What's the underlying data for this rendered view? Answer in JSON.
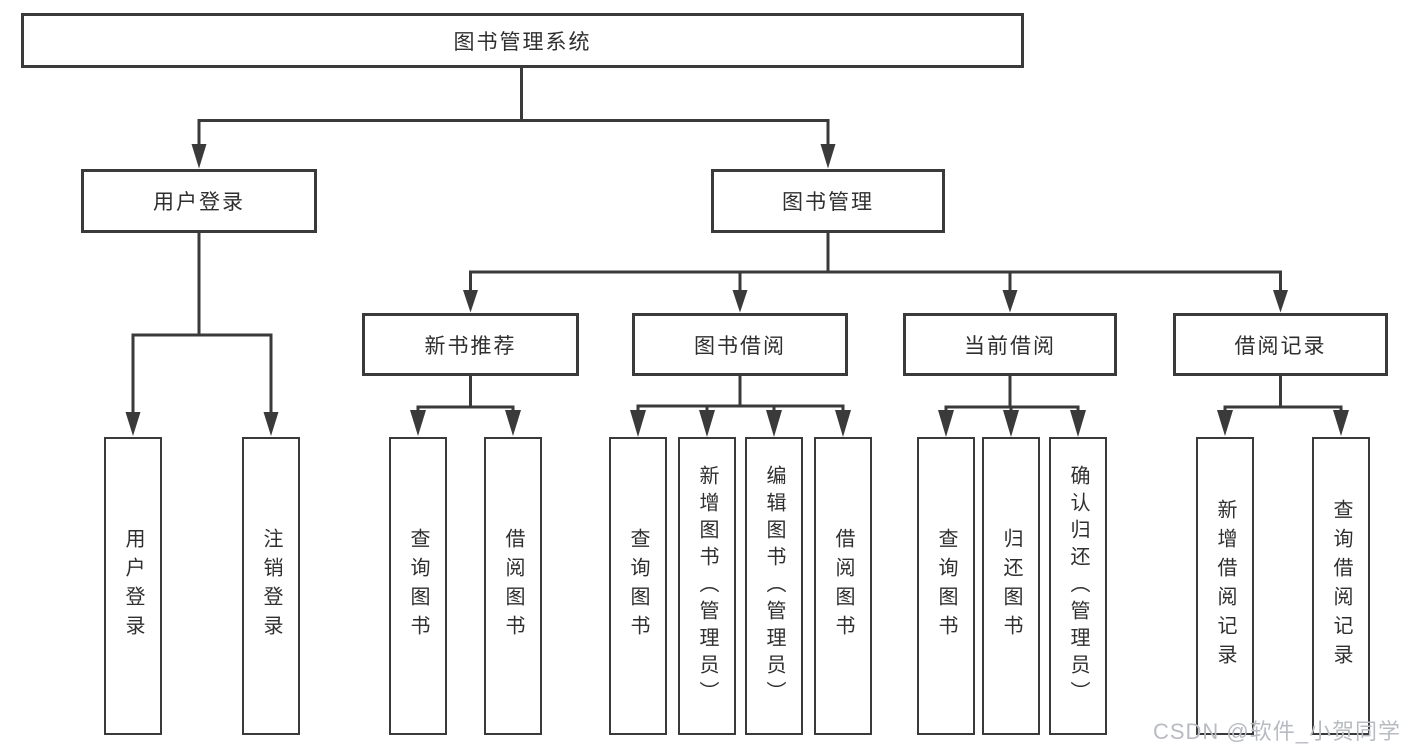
{
  "diagram": {
    "root_label": "图书管理系统",
    "branches": {
      "user_login": {
        "label": "用户登录",
        "children": [
          "用户登录",
          "注销登录"
        ]
      },
      "book_management": {
        "label": "图书管理",
        "categories": [
          {
            "label": "新书推荐",
            "children": [
              "查询图书",
              "借阅图书"
            ]
          },
          {
            "label": "图书借阅",
            "children": [
              "查询图书",
              "新增图书（管理员）",
              "编辑图书（管理员）",
              "借阅图书"
            ]
          },
          {
            "label": "当前借阅",
            "children": [
              "查询图书",
              "归还图书",
              "确认归还（管理员）"
            ]
          },
          {
            "label": "借阅记录",
            "children": [
              "新增借阅记录",
              "查询借阅记录"
            ]
          }
        ]
      }
    }
  },
  "watermark": "CSDN @软件_小贺同学",
  "colors": {
    "line": "#3a3a3a",
    "text": "#2f2f2f",
    "watermark": "#b8bcc2",
    "background": "#ffffff"
  }
}
